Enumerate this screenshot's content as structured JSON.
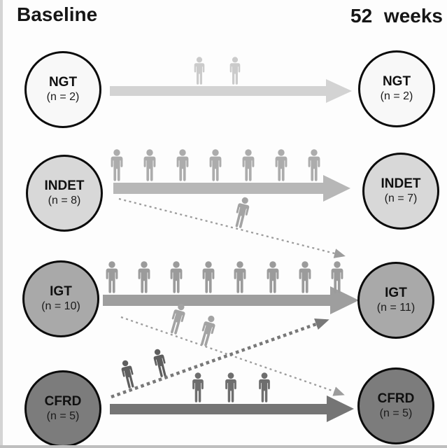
{
  "baseline": {
    "title": "Baseline",
    "rows": [
      {
        "label": "NGT",
        "n": "(n = 2)"
      },
      {
        "label": "INDET",
        "n": "(n = 8)"
      },
      {
        "label": "IGT",
        "n": "(n = 10)"
      },
      {
        "label": "CFRD",
        "n": "(n = 5)"
      }
    ]
  },
  "week52": {
    "title": "52 weeks",
    "rows": [
      {
        "label": "NGT",
        "n": "(n = 2)"
      },
      {
        "label": "INDET",
        "n": "(n = 7)"
      },
      {
        "label": "IGT",
        "n": "(n = 11)"
      },
      {
        "label": "CFRD",
        "n": "(n = 5)"
      }
    ]
  },
  "flows": {
    "stable": [
      {
        "from": "NGT",
        "to": "NGT",
        "count": 2
      },
      {
        "from": "INDET",
        "to": "INDET",
        "count": 7
      },
      {
        "from": "IGT",
        "to": "IGT",
        "count": 8
      },
      {
        "from": "CFRD",
        "to": "CFRD",
        "count": 3
      }
    ],
    "transitions": [
      {
        "from": "INDET",
        "to": "IGT",
        "count": 1
      },
      {
        "from": "IGT",
        "to": "CFRD",
        "count": 2
      },
      {
        "from": "CFRD",
        "to": "IGT",
        "count": 2
      }
    ]
  },
  "colors": {
    "circle_ngt": "#f8f8f8",
    "circle_indet": "#d8d8d8",
    "circle_igt": "#a9a9a9",
    "circle_cfrd": "#7c7c7c",
    "arrow_ngt": "#d3d3d3",
    "arrow_indet": "#b7b7b7",
    "arrow_igt": "#9e9e9e",
    "arrow_cfrd": "#757575",
    "person_ngt": "#cbcbcb",
    "person_indet": "#acacac",
    "person_igt": "#9b9b9b",
    "person_cfrd": "#6e6e6e",
    "person_transition_light": "#a3a3a3",
    "person_transition_dark": "#5e5e5e",
    "dash_light": "#9c9c9c",
    "dash_dark": "#787878"
  }
}
